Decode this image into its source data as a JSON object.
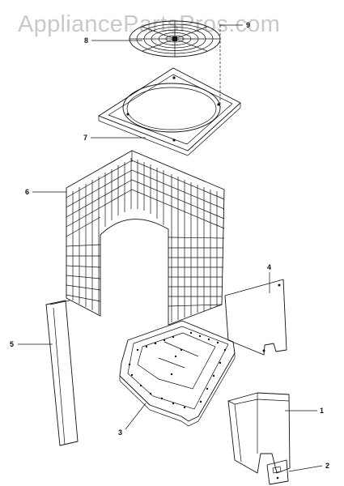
{
  "watermark": "AppliancePartsPros.com",
  "callouts": [
    {
      "id": "1",
      "label": "1"
    },
    {
      "id": "2",
      "label": "2"
    },
    {
      "id": "3a",
      "label": "3"
    },
    {
      "id": "4",
      "label": "4"
    },
    {
      "id": "5",
      "label": "5"
    },
    {
      "id": "6",
      "label": "6"
    },
    {
      "id": "7",
      "label": "7"
    },
    {
      "id": "8",
      "label": "8"
    },
    {
      "id": "9",
      "label": "9"
    }
  ]
}
